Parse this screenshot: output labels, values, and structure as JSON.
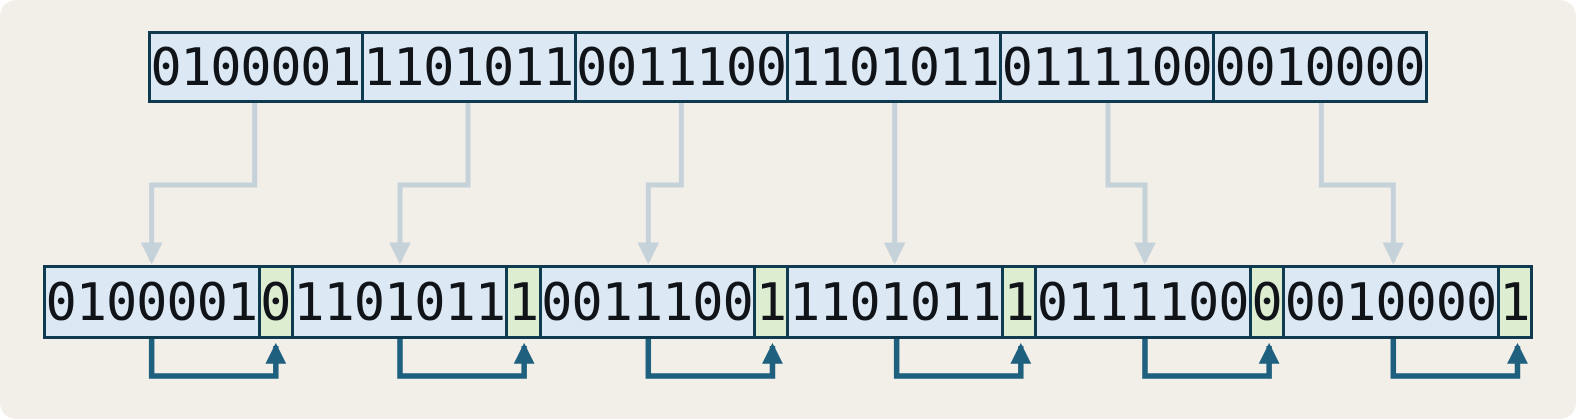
{
  "diagram": {
    "description": "Seven-bit data words with an even parity bit appended to each word",
    "top_row": {
      "groups": [
        "0100001",
        "1101011",
        "0011100",
        "1101011",
        "0111100",
        "0010000"
      ]
    },
    "bottom_row": {
      "groups": [
        {
          "data": "0100001",
          "parity": "0"
        },
        {
          "data": "1101011",
          "parity": "1"
        },
        {
          "data": "0011100",
          "parity": "1"
        },
        {
          "data": "1101011",
          "parity": "1"
        },
        {
          "data": "0111100",
          "parity": "0"
        },
        {
          "data": "0010000",
          "parity": "1"
        }
      ]
    },
    "arrows": {
      "flow_arrow_count": 6,
      "parity_arrow_count": 6
    },
    "colors": {
      "background": "#f2efe8",
      "cell_blue": "#dce9f5",
      "cell_green": "#dcedd0",
      "border": "#0f3a50",
      "flow_arrow": "#c5d2d9",
      "parity_arrow": "#20607f",
      "text": "#101418"
    }
  }
}
